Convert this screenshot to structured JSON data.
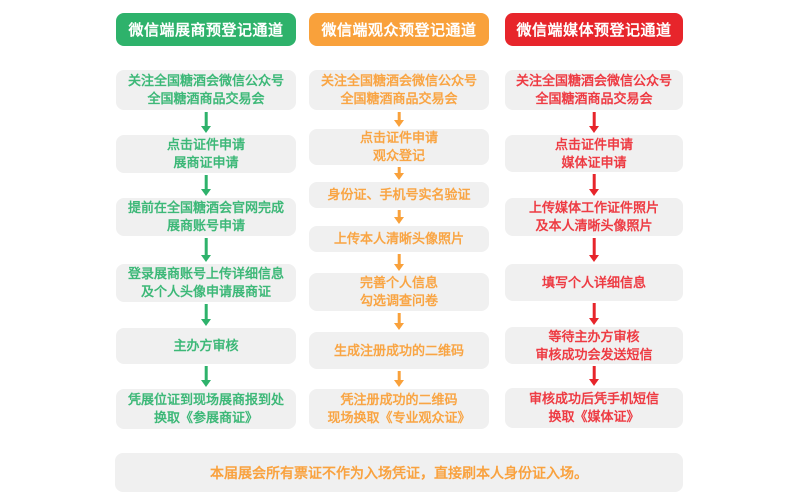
{
  "columns": [
    {
      "id": "exhibitor",
      "header": "微信端展商预登记通道",
      "colors": {
        "header_bg": "#2EB26B",
        "text": "#3DB878"
      },
      "steps": [
        "关注全国糖酒会微信公众号\n全国糖酒商品交易会",
        "点击证件申请\n展商证申请",
        "提前在全国糖酒会官网完成\n展商账号申请",
        "登录展商账号上传详细信息\n及个人头像申请展商证",
        "主办方审核",
        "凭展位证到现场展商报到处\n换取《参展商证》"
      ]
    },
    {
      "id": "visitor",
      "header": "微信端观众预登记通道",
      "colors": {
        "header_bg": "#F9A13B",
        "text": "#F9A544"
      },
      "steps": [
        "关注全国糖酒会微信公众号\n全国糖酒商品交易会",
        "点击证件申请\n观众登记",
        "身份证、手机号实名验证",
        "上传本人清晰头像照片",
        "完善个人信息\n勾选调查问卷",
        "生成注册成功的二维码",
        "凭注册成功的二维码\n现场换取《专业观众证》"
      ]
    },
    {
      "id": "media",
      "header": "微信端媒体预登记通道",
      "colors": {
        "header_bg": "#E7252B",
        "text": "#EE3B43"
      },
      "steps": [
        "关注全国糖酒会微信公众号\n全国糖酒商品交易会",
        "点击证件申请\n媒体证申请",
        "上传媒体工作证件照片\n及本人清晰头像照片",
        "填写个人详细信息",
        "等待主办方审核\n审核成功会发送短信",
        "审核成功后凭手机短信\n换取《媒体证》"
      ]
    }
  ],
  "footer": "本届展会所有票证不作为入场凭证，直接刷本人身份证入场。",
  "footer_color": "#F9A23F",
  "box_bg": "#F0F0F0"
}
